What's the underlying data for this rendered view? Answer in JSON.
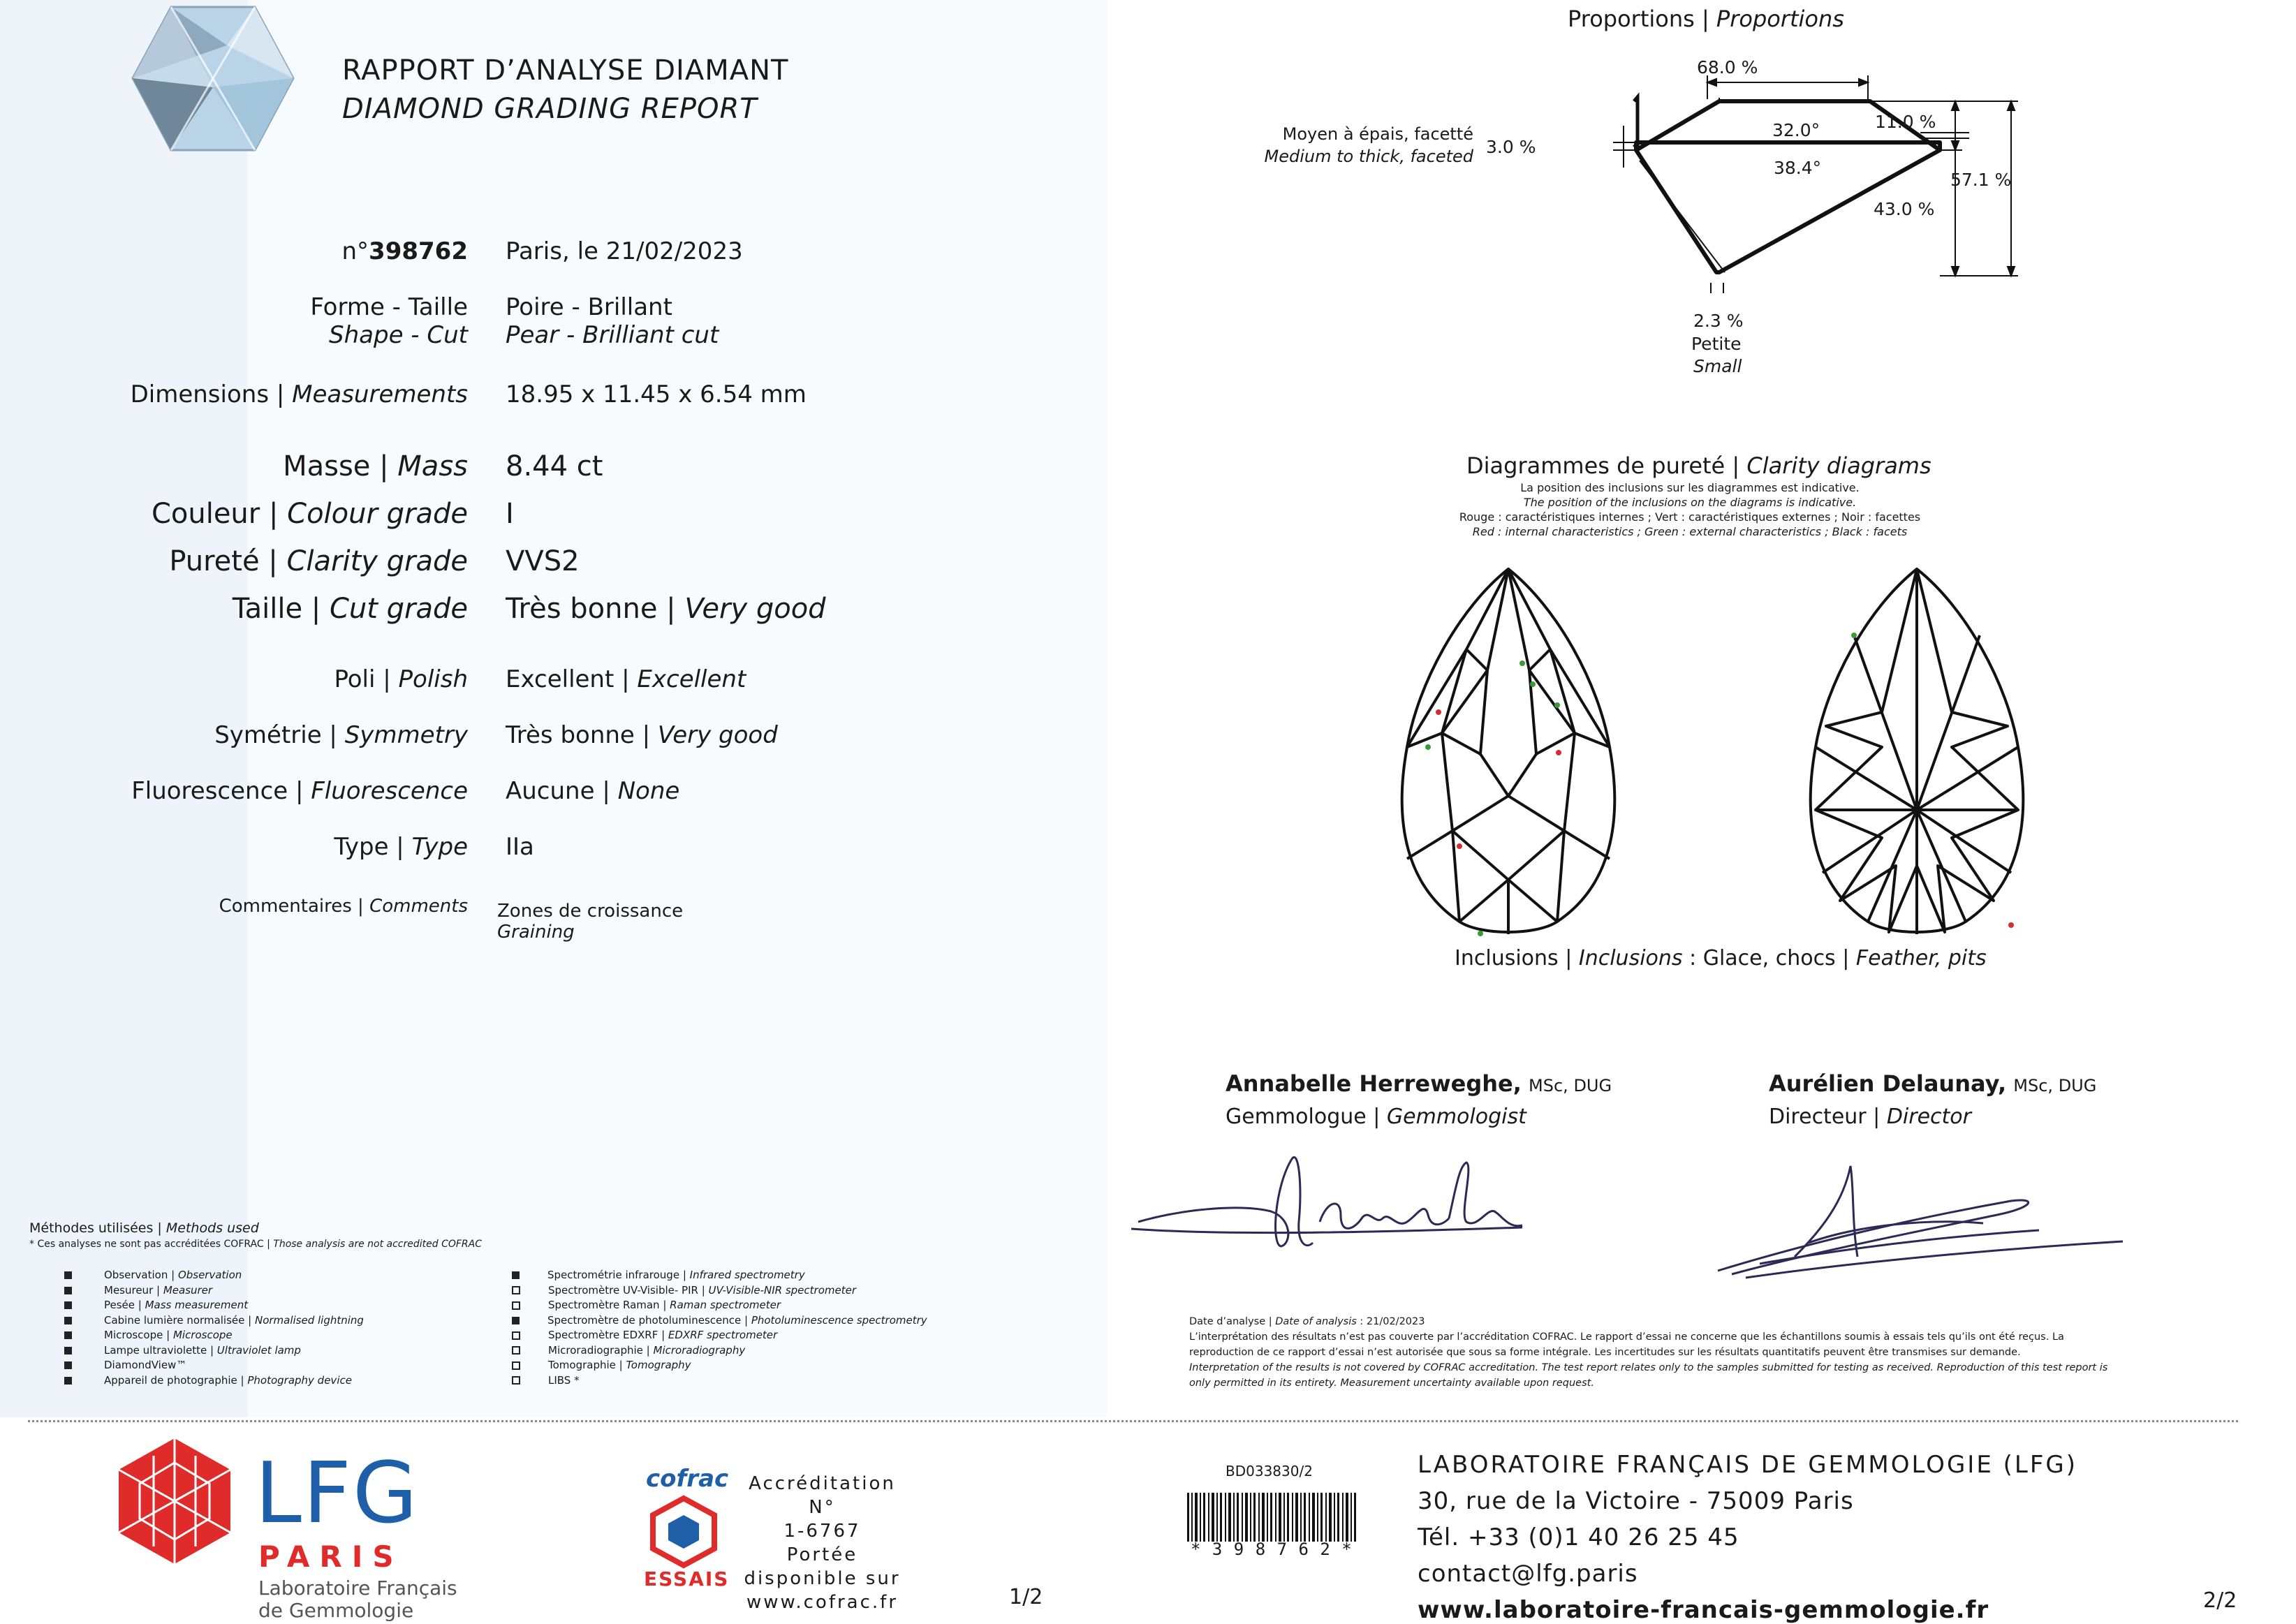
{
  "header": {
    "title_fr": "RAPPORT D’ANALYSE DIAMANT",
    "title_en": "DIAMOND GRADING REPORT"
  },
  "report": {
    "number_prefix": "n°",
    "number": "398762",
    "place_date": "Paris, le 21/02/2023",
    "rows": [
      {
        "label_fr": "Forme - Taille",
        "label_en": "Shape - Cut",
        "value_fr": "Poire - Brillant",
        "value_en": "Pear - Brilliant cut"
      },
      {
        "label_fr": "Dimensions | ",
        "label_en": "Measurements",
        "value": "18.95 x 11.45 x 6.54 mm"
      },
      {
        "label_fr": "Masse | ",
        "label_en": "Mass",
        "value": "8.44 ct"
      },
      {
        "label_fr": "Couleur | ",
        "label_en": "Colour grade",
        "value": "I"
      },
      {
        "label_fr": "Pureté | ",
        "label_en": "Clarity grade",
        "value": "VVS2"
      },
      {
        "label_fr": "Taille | ",
        "label_en": "Cut grade",
        "value_fr": "Très bonne | ",
        "value_en": "Very good"
      },
      {
        "label_fr": "Poli | ",
        "label_en": "Polish",
        "value_fr": "Excellent | ",
        "value_en": "Excellent"
      },
      {
        "label_fr": "Symétrie | ",
        "label_en": "Symmetry",
        "value_fr": "Très bonne | ",
        "value_en": "Very good"
      },
      {
        "label_fr": "Fluorescence | ",
        "label_en": "Fluorescence",
        "value_fr": "Aucune | ",
        "value_en": "None"
      },
      {
        "label_fr": "Type | ",
        "label_en": "Type",
        "value": "IIa"
      },
      {
        "label_fr": "Commentaires | ",
        "label_en": "Comments",
        "value_fr": "Zones de croissance",
        "value_en": "Graining"
      }
    ]
  },
  "proportions": {
    "title_fr": "Proportions | ",
    "title_en": "Proportions",
    "table": "68.0 %",
    "crown_angle": "32.0°",
    "pavilion_angle": "38.4°",
    "crown_height": "11.0 %",
    "pavilion_depth": "43.0 %",
    "total_depth": "57.1 %",
    "girdle": "3.0 %",
    "girdle_fr": "Moyen à épais, facetté",
    "girdle_en": "Medium to thick, faceted",
    "culet": "2.3 %",
    "culet_fr": "Petite",
    "culet_en": "Small"
  },
  "clarity": {
    "title_fr": "Diagrammes de pureté | ",
    "title_en": "Clarity diagrams",
    "note1_fr": "La position des inclusions sur les diagrammes est indicative.",
    "note1_en": "The position of the inclusions on the diagrams is indicative.",
    "note2_fr": "Rouge : caractéristiques internes ; Vert : caractéristiques externes ; Noir : facettes",
    "note2_en": "Red : internal characteristics ; Green : external characteristics ; Black : facets",
    "inclusions": "Inclusions | ",
    "inclusions_en": "Inclusions",
    "inclusions_val_fr": " : Glace, chocs | ",
    "inclusions_val_en": "Feather, pits"
  },
  "signatures": [
    {
      "name": "Annabelle Herreweghe,",
      "degree": "MSc, DUG",
      "role_fr": "Gemmologue | ",
      "role_en": "Gemmologist"
    },
    {
      "name": "Aurélien Delaunay,",
      "degree": "MSc, DUG",
      "role_fr": "Directeur | ",
      "role_en": "Director"
    }
  ],
  "methods": {
    "title_fr": "Méthodes utilisées | ",
    "title_en": "Methods used",
    "note_fr": "* Ces analyses ne sont pas accréditées COFRAC | ",
    "note_en": "Those analysis are not accredited COFRAC",
    "left": [
      {
        "fr": "Observation | ",
        "en": "Observation",
        "checked": true
      },
      {
        "fr": "Mesureur | ",
        "en": "Measurer",
        "checked": true
      },
      {
        "fr": "Pesée | ",
        "en": "Mass measurement",
        "checked": true
      },
      {
        "fr": "Cabine lumière normalisée | ",
        "en": "Normalised lightning",
        "checked": true
      },
      {
        "fr": "Microscope | ",
        "en": "Microscope",
        "checked": true
      },
      {
        "fr": "Lampe ultraviolette | ",
        "en": "Ultraviolet lamp",
        "checked": true
      },
      {
        "fr": "DiamondView™",
        "en": "",
        "checked": true
      },
      {
        "fr": "Appareil de photographie | ",
        "en": "Photography device",
        "checked": true
      }
    ],
    "right": [
      {
        "fr": "Spectrométrie infrarouge | ",
        "en": "Infrared spectrometry",
        "checked": true
      },
      {
        "fr": "Spectromètre UV-Visible- PIR | ",
        "en": "UV-Visible-NIR spectrometer",
        "checked": false
      },
      {
        "fr": "Spectromètre Raman | ",
        "en": "Raman spectrometer",
        "checked": false
      },
      {
        "fr": "Spectromètre de photoluminescence | ",
        "en": "Photoluminescence spectrometry",
        "checked": true
      },
      {
        "fr": "Spectromètre EDXRF | ",
        "en": "EDXRF spectrometer",
        "checked": false
      },
      {
        "fr": "Microradiographie | ",
        "en": "Microradiography",
        "checked": false
      },
      {
        "fr": "Tomographie | ",
        "en": "Tomography",
        "checked": false
      },
      {
        "fr": "LIBS *",
        "en": "",
        "checked": false
      }
    ]
  },
  "legal": {
    "date_fr": "Date d’analyse | ",
    "date_en": "Date of analysis",
    "date_val": " : 21/02/2023",
    "line1": "L’interprétation des résultats n’est pas couverte par l’accréditation COFRAC. Le rapport d’essai ne concerne que les échantillons soumis à essais tels qu’ils ont été reçus. La",
    "line2": "reproduction de ce rapport d’essai n’est autorisée que sous sa forme intégrale. Les incertitudes sur les résultats quantitatifs peuvent être transmises sur demande.",
    "line3": "Interpretation of the results is not covered by COFRAC accreditation. The test report relates only to the samples submitted for testing as received. Reproduction of this test report is",
    "line4": "only permitted in its entirety. Measurement uncertainty available upon request."
  },
  "footer": {
    "lfg": "LFG",
    "paris": "PARIS",
    "lab1": "Laboratoire Français",
    "lab2": "de Gemmologie",
    "cofrac": "cofrac",
    "essais": "ESSAIS",
    "accr1": "Accréditation N°",
    "accr2": "1-6767",
    "accr3": "Portée",
    "accr4": "disponible sur",
    "accr5": "www.cofrac.fr",
    "page1": "1/2",
    "barcode_id": "BD033830/2",
    "barcode_text": "* 3 9 8 7 6 2 *",
    "org": "LABORATOIRE FRANÇAIS DE GEMMOLOGIE (LFG)",
    "street": "30, rue de la Victoire - 75009 Paris",
    "tel": "Tél. +33 (0)1 40 26 25 45",
    "email": "contact@lfg.paris",
    "web": "www.laboratoire-francais-gemmologie.fr",
    "page2": "2/2",
    "brand_red": "#e02b2b",
    "brand_blue": "#1f5fa8"
  }
}
